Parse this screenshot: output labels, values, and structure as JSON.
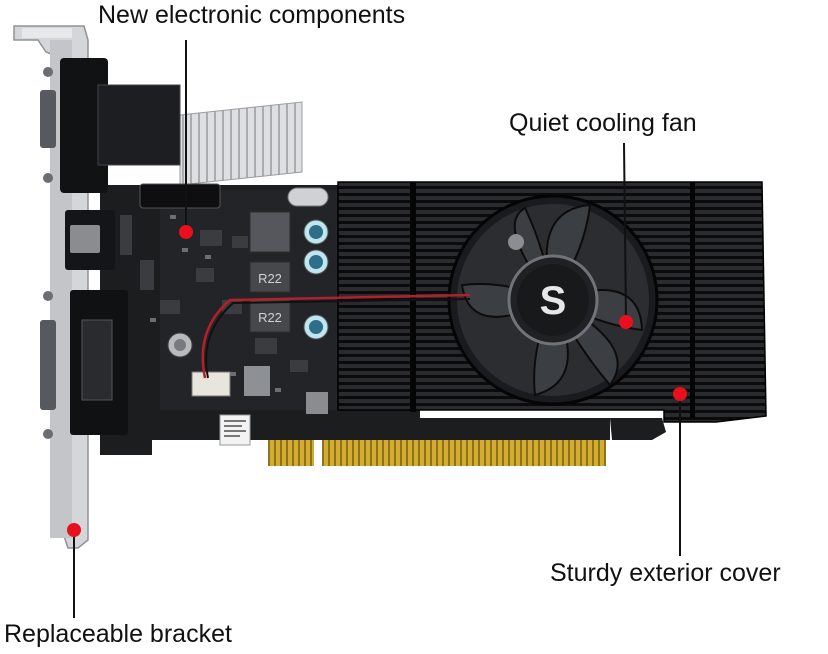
{
  "callouts": {
    "components": "New electronic components",
    "fan": "Quiet cooling fan",
    "cover": "Sturdy exterior cover",
    "bracket": "Replaceable bracket"
  },
  "board_marks": {
    "inductor_1": "R22",
    "inductor_2": "R22",
    "fan_logo": "S"
  },
  "colors": {
    "pcb": "#1c1d1f",
    "heatsink": "#141416",
    "bracket": "#d4d6d9",
    "gold_fingers": "#c9a227",
    "ribbon_cable": "#d9dadc",
    "marker_dot": "#e8101c",
    "leader_line": "#111111",
    "fan_wire": "#b3202a"
  }
}
